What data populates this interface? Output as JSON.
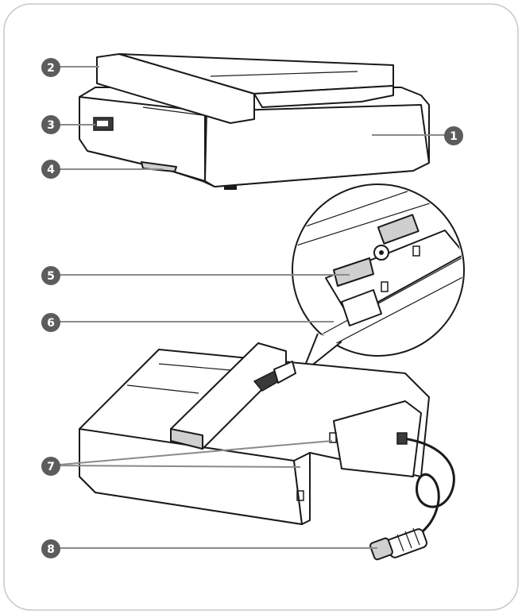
{
  "callouts": [
    {
      "number": "1"
    },
    {
      "number": "2"
    },
    {
      "number": "3"
    },
    {
      "number": "4"
    },
    {
      "number": "5"
    },
    {
      "number": "6"
    },
    {
      "number": "7"
    },
    {
      "number": "8"
    }
  ],
  "colors": {
    "badge": "#5c5c5c",
    "leader": "#8a8a8a",
    "frame": "#c8c8c8"
  }
}
